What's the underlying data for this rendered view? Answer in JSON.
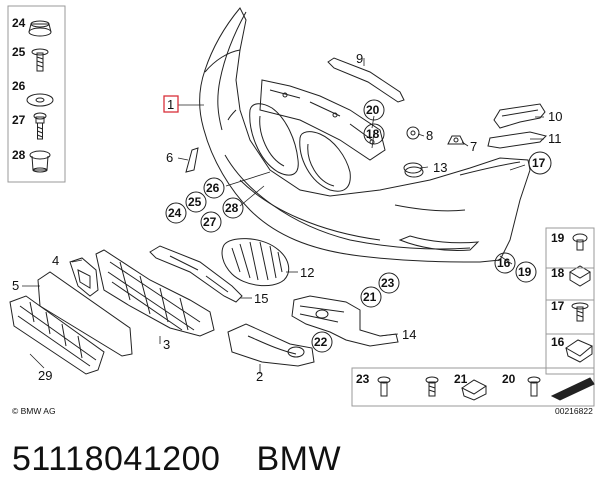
{
  "diagram": {
    "callouts": {
      "c1": "1",
      "c2": "2",
      "c3": "3",
      "c4": "4",
      "c5": "5",
      "c6": "6",
      "c7": "7",
      "c8": "8",
      "c9": "9",
      "c10": "10",
      "c11": "11",
      "c12": "12",
      "c13": "13",
      "c14": "14",
      "c15": "15",
      "c16": "16",
      "c17": "17",
      "c18": "18",
      "c19": "19",
      "c20": "20",
      "c21": "21",
      "c22": "22",
      "c23": "23",
      "c24": "24",
      "c25": "25",
      "c26": "26",
      "c27": "27",
      "c28": "28",
      "c29": "29"
    },
    "left_legend": [
      "24",
      "25",
      "26",
      "27",
      "28"
    ],
    "right_legend": [
      "19",
      "18",
      "17",
      "16"
    ],
    "bottom_legend": [
      "23",
      "21",
      "20"
    ],
    "copyright": "© BMW AG",
    "drawing_number": "00216822"
  },
  "caption": {
    "part_number": "51118041200",
    "brand": "BMW"
  },
  "colors": {
    "line": "#222222",
    "highlight": "#d9303a",
    "box_border": "#999999"
  }
}
